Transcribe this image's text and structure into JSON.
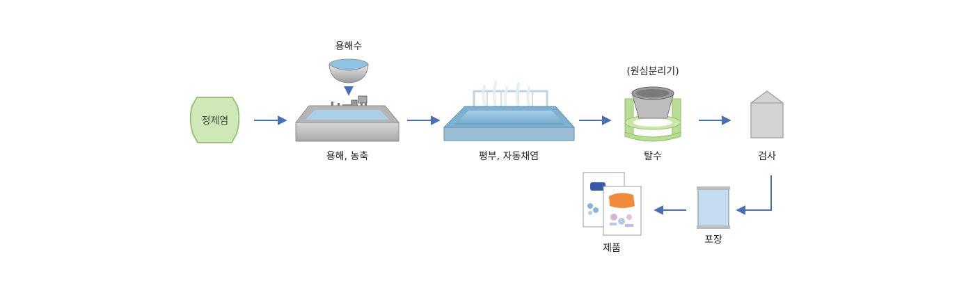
{
  "steps": {
    "refined_salt": "정제염",
    "dissolve_concentrate": "용해, 농축",
    "dissolving_water": "용해수",
    "evaporation": "평부, 자동채염",
    "centrifuge_note": "(원심분리기)",
    "dehydration": "탈수",
    "inspection": "검사",
    "packaging": "포장",
    "product": "제품"
  },
  "colors": {
    "arrow": "#4a6fb5",
    "jar_fill": "#cfe8b8",
    "jar_border": "#9cc27c",
    "tank_water": "#8ab8d6",
    "centrifuge_green": "#b9dd95"
  }
}
